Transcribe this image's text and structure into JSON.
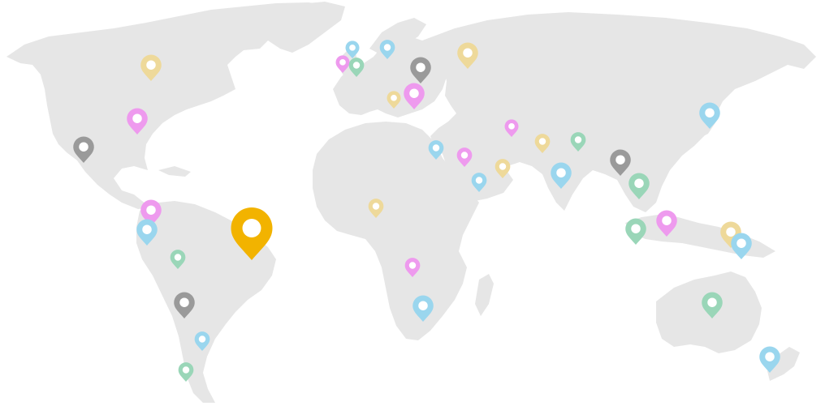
{
  "map": {
    "land_color": "#e6e6e6",
    "pin_colors": {
      "yellow": "#eed99a",
      "blue": "#9ad6ee",
      "pink": "#ee9aee",
      "green": "#9ad6b8",
      "gray": "#9a9a9a",
      "featured": "#f2b300"
    },
    "featured_pin": {
      "location": "brazil",
      "color": "featured"
    },
    "pins": [
      {
        "location": "central-canada",
        "color": "yellow"
      },
      {
        "location": "eastern-usa",
        "color": "pink"
      },
      {
        "location": "southwestern-usa",
        "color": "gray"
      },
      {
        "location": "central-america",
        "color": "pink"
      },
      {
        "location": "colombia",
        "color": "blue"
      },
      {
        "location": "peru",
        "color": "green"
      },
      {
        "location": "chile",
        "color": "gray"
      },
      {
        "location": "argentina",
        "color": "blue"
      },
      {
        "location": "patagonia",
        "color": "green"
      },
      {
        "location": "ireland",
        "color": "pink"
      },
      {
        "location": "scotland",
        "color": "blue"
      },
      {
        "location": "england",
        "color": "green"
      },
      {
        "location": "scandinavia",
        "color": "blue"
      },
      {
        "location": "eastern-europe",
        "color": "gray"
      },
      {
        "location": "western-russia",
        "color": "yellow"
      },
      {
        "location": "italy",
        "color": "yellow"
      },
      {
        "location": "balkans",
        "color": "pink"
      },
      {
        "location": "egypt",
        "color": "blue"
      },
      {
        "location": "saudi-arabia",
        "color": "pink"
      },
      {
        "location": "yemen",
        "color": "blue"
      },
      {
        "location": "oman",
        "color": "yellow"
      },
      {
        "location": "central-asia",
        "color": "pink"
      },
      {
        "location": "pakistan",
        "color": "yellow"
      },
      {
        "location": "nepal",
        "color": "green"
      },
      {
        "location": "india",
        "color": "blue"
      },
      {
        "location": "china",
        "color": "gray"
      },
      {
        "location": "vietnam",
        "color": "green"
      },
      {
        "location": "borneo",
        "color": "pink"
      },
      {
        "location": "sumatra",
        "color": "green"
      },
      {
        "location": "new-guinea",
        "color": "yellow"
      },
      {
        "location": "new-guinea-east",
        "color": "blue"
      },
      {
        "location": "japan",
        "color": "blue"
      },
      {
        "location": "nigeria",
        "color": "yellow"
      },
      {
        "location": "angola",
        "color": "pink"
      },
      {
        "location": "south-africa",
        "color": "blue"
      },
      {
        "location": "australia",
        "color": "green"
      },
      {
        "location": "new-zealand",
        "color": "blue"
      }
    ]
  }
}
